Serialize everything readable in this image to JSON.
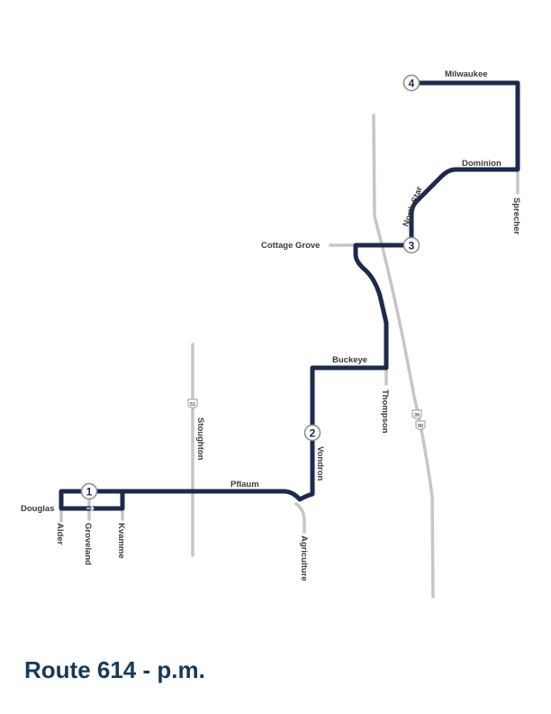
{
  "title": "Route 614 - p.m.",
  "colors": {
    "route": "#1d2a4d",
    "road": "#c6c6c6",
    "title": "#153a5a"
  },
  "streets": {
    "milwaukee": "Milwaukee",
    "dominion": "Dominion",
    "sprecher": "Sprecher",
    "north_star": "North Star",
    "cottage_grove": "Cottage Grove",
    "buckeye": "Buckeye",
    "thompson": "Thompson",
    "vondron": "Vondron",
    "pflaum": "Pflaum",
    "stoughton": "Stoughton",
    "agriculture": "Agriculture",
    "douglas": "Douglas",
    "alder": "Alder",
    "groveland": "Groveland",
    "kvamme": "Kvamme"
  },
  "highway_shields": {
    "hwy51": "51",
    "hwy39": "39",
    "hwy90": "90"
  },
  "stops": [
    "1",
    "2",
    "3",
    "4"
  ]
}
